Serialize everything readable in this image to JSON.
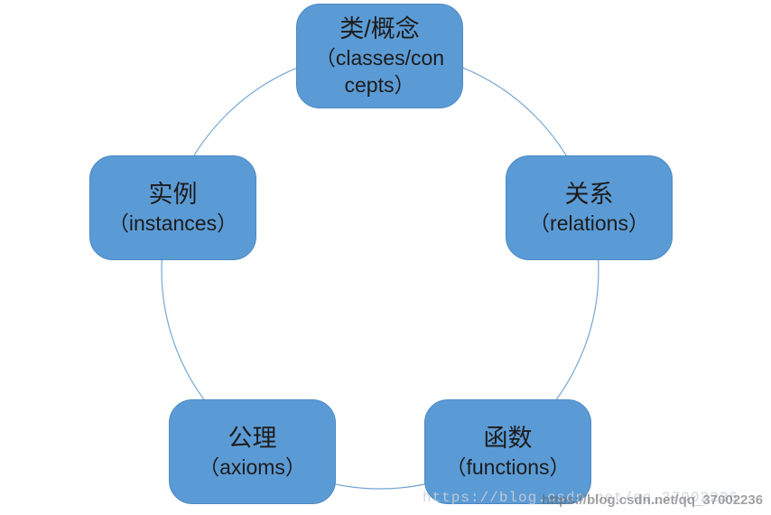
{
  "diagram": {
    "description": "Five rounded rectangles arranged on a circle",
    "nodes": [
      {
        "id": "classes-concepts",
        "lines": [
          "类/概念",
          "（classes/con",
          "cepts）"
        ]
      },
      {
        "id": "instances",
        "lines": [
          "实例",
          "（instances）"
        ]
      },
      {
        "id": "relations",
        "lines": [
          "关系",
          "（relations）"
        ]
      },
      {
        "id": "axioms",
        "lines": [
          "公理",
          "（axioms）"
        ]
      },
      {
        "id": "functions",
        "lines": [
          "函数",
          "（functions）"
        ]
      }
    ],
    "colors": {
      "node_fill": "#5b9bd5",
      "node_border": "#4e8ac2",
      "circle_stroke": "#76a6d4",
      "text_color": "#1c1c1c"
    }
  },
  "watermarks": [
    {
      "text": "https://blog.csdn.net/qq_37002236"
    },
    {
      "text": "https://blog.csdn.net/qq_37002236"
    }
  ]
}
